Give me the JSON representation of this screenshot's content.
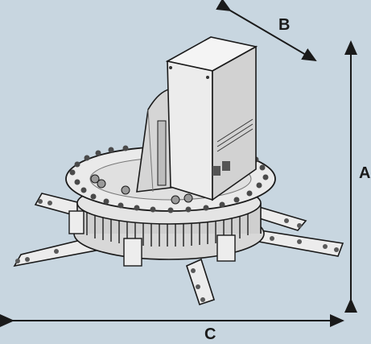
{
  "dimensions": {
    "a": "A",
    "b": "B",
    "c": "C"
  },
  "colors": {
    "background": "#c8d6e0",
    "line": "#1a1a1a",
    "metal": "#e8e8e8",
    "shade": "#9a9a9a"
  }
}
